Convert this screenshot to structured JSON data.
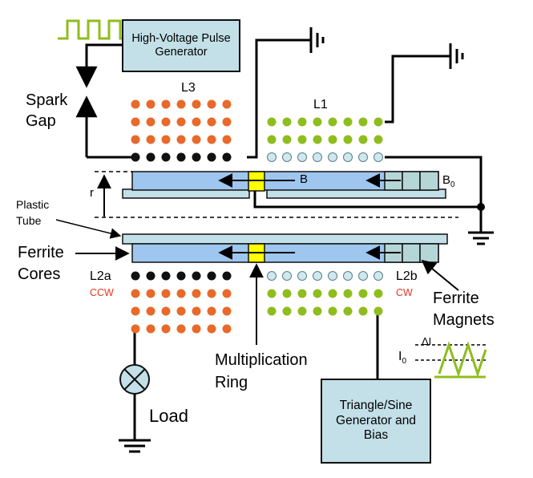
{
  "labels": {
    "hv_generator": "High-Voltage Pulse Generator",
    "spark_gap_1": "Spark",
    "spark_gap_2": "Gap",
    "l3": "L3",
    "l1": "L1",
    "b": "B",
    "b0": "B",
    "b0_sub": "0",
    "r": "r",
    "plastic_tube_1": "Plastic",
    "plastic_tube_2": "Tube",
    "ferrite_cores_1": "Ferrite",
    "ferrite_cores_2": "Cores",
    "l2a": "L2a",
    "ccw": "CCW",
    "l2b": "L2b",
    "cw": "CW",
    "ferrite_magnets_1": "Ferrite",
    "ferrite_magnets_2": "Magnets",
    "i0": "I",
    "i0_sub": "0",
    "delta_i": "ΔI",
    "multiplication_ring_1": "Multiplication",
    "multiplication_ring_2": "Ring",
    "load": "Load",
    "triangle_generator": "Triangle/Sine Generator and Bias"
  },
  "colors": {
    "coil_orange": "#e8692a",
    "coil_green": "#8fbd1e",
    "coil_black": "#111111",
    "coil_lightblue": "#cfe8ee",
    "core_blue": "#9ec6ef",
    "tube": "#c3e0e8",
    "ring": "#ffff00",
    "pulse_green": "#8fbd1e",
    "label_red": "#e8351c"
  },
  "icons": [
    "ground-icon",
    "lamp-load-icon",
    "pulse-train-icon",
    "triangle-wave-icon",
    "spark-gap-icon"
  ]
}
